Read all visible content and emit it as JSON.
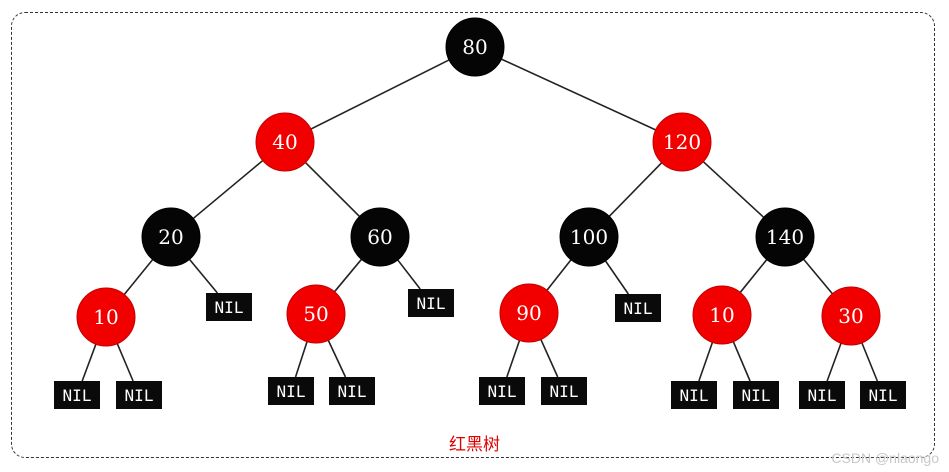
{
  "diagram": {
    "caption": "红黑树",
    "watermark": "CSDN @nlaongo",
    "colors": {
      "red": "#f20000",
      "black": "#050505",
      "nil": "#0a0a0a",
      "edge": "#222222"
    },
    "nodes": [
      {
        "id": "n80",
        "label": "80",
        "color": "black"
      },
      {
        "id": "n40",
        "label": "40",
        "color": "red"
      },
      {
        "id": "n120",
        "label": "120",
        "color": "red"
      },
      {
        "id": "n20",
        "label": "20",
        "color": "black"
      },
      {
        "id": "n60",
        "label": "60",
        "color": "black"
      },
      {
        "id": "n100",
        "label": "100",
        "color": "black"
      },
      {
        "id": "n140",
        "label": "140",
        "color": "black"
      },
      {
        "id": "n10a",
        "label": "10",
        "color": "red"
      },
      {
        "id": "n50",
        "label": "50",
        "color": "red"
      },
      {
        "id": "n90",
        "label": "90",
        "color": "red"
      },
      {
        "id": "n10b",
        "label": "10",
        "color": "red"
      },
      {
        "id": "n30",
        "label": "30",
        "color": "red"
      }
    ],
    "nils": [
      {
        "id": "nil20",
        "label": "NIL"
      },
      {
        "id": "nil60",
        "label": "NIL"
      },
      {
        "id": "nil100",
        "label": "NIL"
      },
      {
        "id": "nil10aL",
        "label": "NIL"
      },
      {
        "id": "nil10aR",
        "label": "NIL"
      },
      {
        "id": "nil50L",
        "label": "NIL"
      },
      {
        "id": "nil50R",
        "label": "NIL"
      },
      {
        "id": "nil90L",
        "label": "NIL"
      },
      {
        "id": "nil90R",
        "label": "NIL"
      },
      {
        "id": "nil10bL",
        "label": "NIL"
      },
      {
        "id": "nil10bR",
        "label": "NIL"
      },
      {
        "id": "nil30L",
        "label": "NIL"
      },
      {
        "id": "nil30R",
        "label": "NIL"
      }
    ],
    "edges": [
      [
        "n80",
        "n40"
      ],
      [
        "n80",
        "n120"
      ],
      [
        "n40",
        "n20"
      ],
      [
        "n40",
        "n60"
      ],
      [
        "n120",
        "n100"
      ],
      [
        "n120",
        "n140"
      ],
      [
        "n20",
        "n10a"
      ],
      [
        "n20",
        "nil20"
      ],
      [
        "n60",
        "n50"
      ],
      [
        "n60",
        "nil60"
      ],
      [
        "n100",
        "n90"
      ],
      [
        "n100",
        "nil100"
      ],
      [
        "n140",
        "n10b"
      ],
      [
        "n140",
        "n30"
      ],
      [
        "n10a",
        "nil10aL"
      ],
      [
        "n10a",
        "nil10aR"
      ],
      [
        "n50",
        "nil50L"
      ],
      [
        "n50",
        "nil50R"
      ],
      [
        "n90",
        "nil90L"
      ],
      [
        "n90",
        "nil90R"
      ],
      [
        "n10b",
        "nil10bL"
      ],
      [
        "n10b",
        "nil10bR"
      ],
      [
        "n30",
        "nil30L"
      ],
      [
        "n30",
        "nil30R"
      ]
    ]
  }
}
